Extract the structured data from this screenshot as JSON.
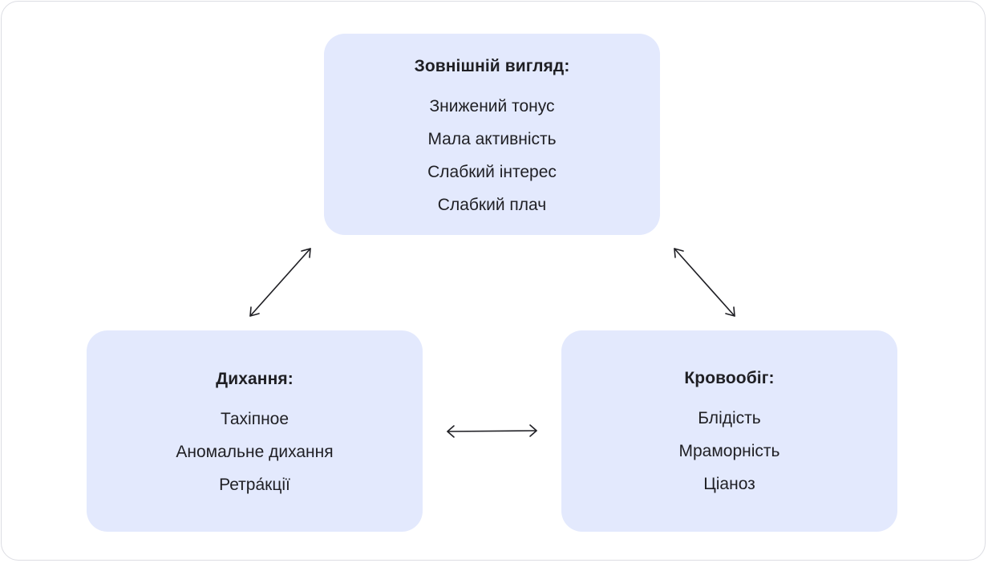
{
  "boxes": {
    "appearance": {
      "title": "Зовнішній вигляд:",
      "items": [
        "Знижений тонус",
        "Мала активність",
        "Слабкий інтерес",
        "Слабкий плач"
      ]
    },
    "breathing": {
      "title": "Дихання:",
      "items": [
        "Тахіпное",
        "Аномальне дихання",
        "Ретра́кції"
      ]
    },
    "circulation": {
      "title": "Кровообіг:",
      "items": [
        "Блідість",
        "Мраморність",
        "Ціаноз"
      ]
    }
  },
  "colors": {
    "box_fill": "#e3e9fd",
    "text": "#1f1f24",
    "arrow": "#1f1f24",
    "frame_border": "#dcdde3"
  }
}
